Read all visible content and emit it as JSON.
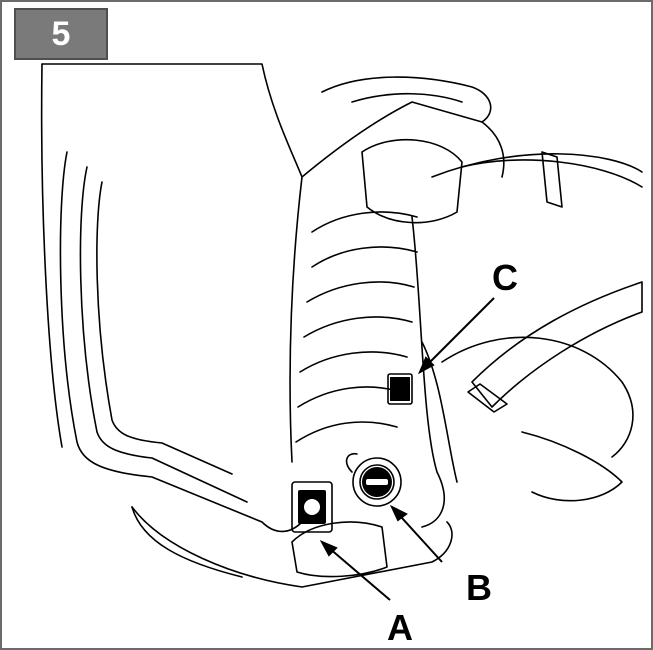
{
  "figure": {
    "step_number": "5",
    "callouts": [
      {
        "id": "A",
        "label": "A"
      },
      {
        "id": "B",
        "label": "B"
      },
      {
        "id": "C",
        "label": "C"
      }
    ]
  },
  "colors": {
    "line": "#000000",
    "frame": "#6b6b6b",
    "badge_fill": "#7a7a7a",
    "badge_text": "#ffffff"
  }
}
